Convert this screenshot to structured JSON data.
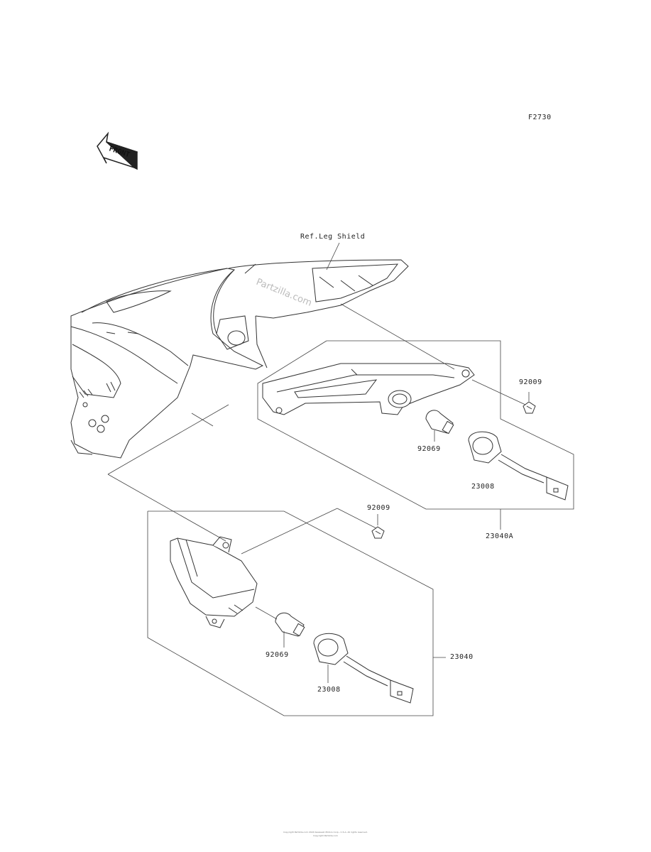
{
  "figure_code": "F2730",
  "front_badge": "FRONT",
  "ref_label": "Ref.Leg Shield",
  "watermark": "Partzilla.com",
  "parts": {
    "screw_upper": "92009",
    "bulb_upper": "92069",
    "socket_upper": "23008",
    "assembly_upper": "23040A",
    "screw_lower": "92009",
    "bulb_lower": "92069",
    "socket_lower": "23008",
    "assembly_lower": "23040"
  },
  "footer_line1": "Copyright Partzilla.com 2024 Kawasaki Motors Corp., U.S.A. All rights reserved.",
  "footer_line2": "Copyright Partzilla.com"
}
